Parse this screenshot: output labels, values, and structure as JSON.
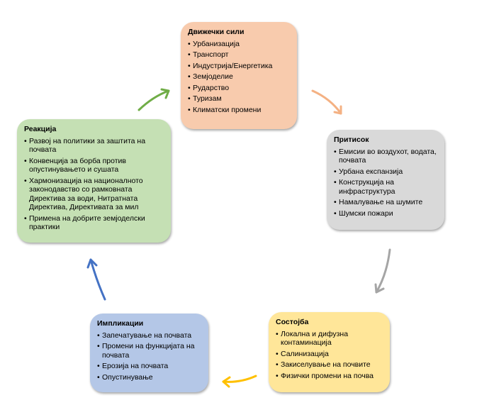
{
  "colors": {
    "drivers": "#f8cbad",
    "pressure": "#d9d9d9",
    "state": "#ffe699",
    "impact": "#b4c7e7",
    "response": "#c5e0b4",
    "arrow_drivers_pressure": "#f4b183",
    "arrow_pressure_state": "#a5a5a5",
    "arrow_state_impact": "#ffc000",
    "arrow_impact_response": "#4472c4",
    "arrow_response_drivers": "#70ad47"
  },
  "drivers": {
    "title": "Движечки сили",
    "items": [
      "Урбанизација",
      "Транспорт",
      "Индустрија/Енергетика",
      "Земјоделие",
      "Рударство",
      "Туризам",
      "Климатски промени"
    ]
  },
  "pressure": {
    "title": "Притисок",
    "items": [
      "Емисии во воздухот, водата, почвата",
      "Урбана експанзија",
      "Конструкција на инфраструктура",
      "Намалување на шумите",
      "Шумски пожари"
    ]
  },
  "state": {
    "title": "Состојба",
    "items": [
      "Локална и дифузна контаминација",
      "Салинизација",
      "Закиселување на почвите",
      "Физички промени на почва"
    ]
  },
  "impact": {
    "title": "Импликации",
    "items": [
      "Запечатување на почвата",
      "Промени на функцијата на почвата",
      "Ерозија на почвата",
      "Опустинување"
    ]
  },
  "response": {
    "title": "Реакција",
    "items": [
      "Развој на политики за заштита на почвата",
      "Конвенција за борба против опустинувањето и сушата",
      "Хармонизација на националното законодавство со рамковната Директива за води, Нитратната Директива, Директивата  за мил",
      "Примена на добрите земјоделски практики"
    ]
  }
}
